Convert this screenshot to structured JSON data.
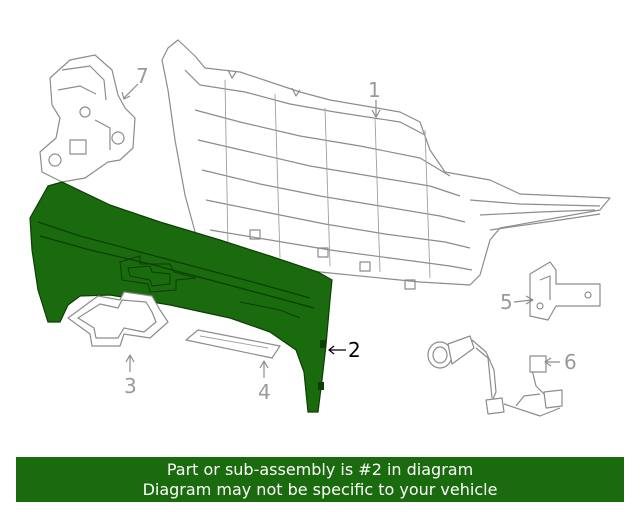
{
  "diagram": {
    "callouts": [
      {
        "id": "1",
        "label": "1",
        "highlighted": false
      },
      {
        "id": "2",
        "label": "2",
        "highlighted": true
      },
      {
        "id": "3",
        "label": "3",
        "highlighted": false
      },
      {
        "id": "4",
        "label": "4",
        "highlighted": false
      },
      {
        "id": "5",
        "label": "5",
        "highlighted": false
      },
      {
        "id": "6",
        "label": "6",
        "highlighted": false
      },
      {
        "id": "7",
        "label": "7",
        "highlighted": false
      }
    ],
    "highlight_color": "#1a6b0d",
    "line_color": "#8c8c8c"
  },
  "banner": {
    "line1": "Part or sub-assembly is #2 in diagram",
    "line2": "Diagram may not be specific to your vehicle",
    "background": "#1a6b0d",
    "text_color": "#ffffff"
  }
}
